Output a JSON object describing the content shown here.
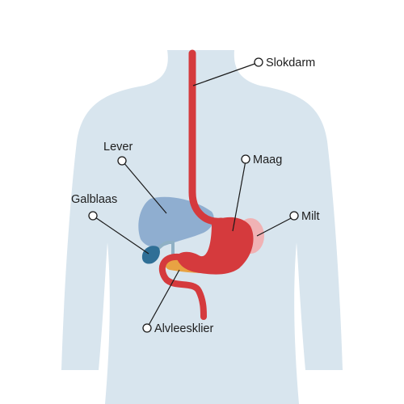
{
  "colors": {
    "background": "#ffffff",
    "torso": "#d8e5ee",
    "liver": "#8faed0",
    "gallbladder": "#2f6f96",
    "esophagus": "#d53a3d",
    "stomach": "#d53a3d",
    "spleen": "#f0b2b4",
    "pancreas": "#e8a243",
    "duct": "#8fb0c4"
  },
  "labels": {
    "slokdarm": "Slokdarm",
    "lever": "Lever",
    "maag": "Maag",
    "galblaas": "Galblaas",
    "milt": "Milt",
    "alvleesklier": "Alvleesklier"
  }
}
